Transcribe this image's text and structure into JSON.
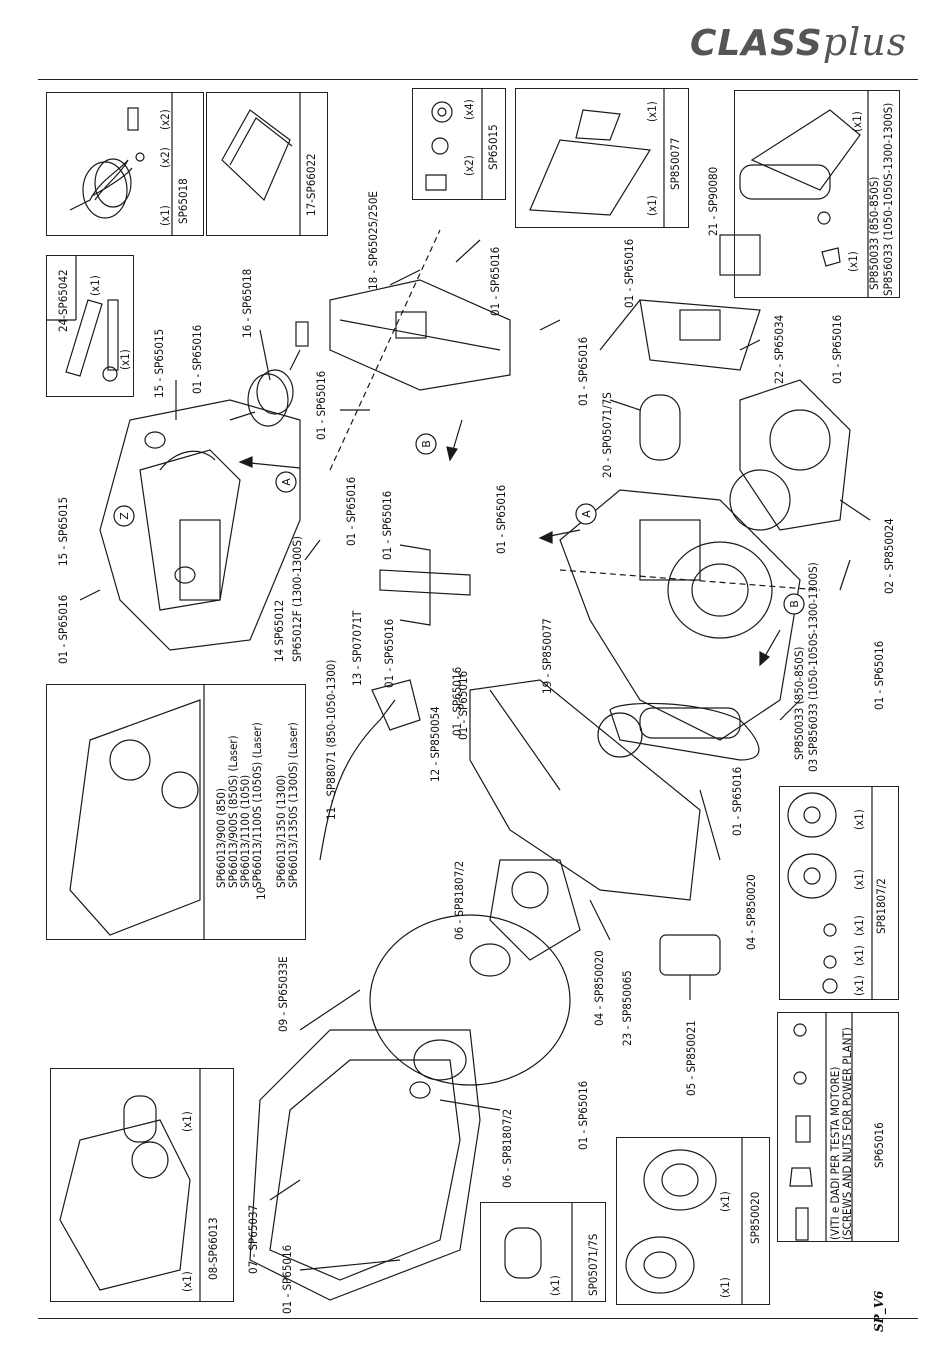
{
  "brand": {
    "logo_main": "CLASS",
    "logo_script": "plus"
  },
  "footer": {
    "code": "SP_V6"
  },
  "callouts": [
    {
      "id": "c01",
      "text": "01 - SP65016"
    },
    {
      "id": "c02",
      "text": "15 - SP65015"
    },
    {
      "id": "c03",
      "text": "15 - SP65015"
    },
    {
      "id": "c04",
      "text": "01 - SP65016"
    },
    {
      "id": "c05",
      "text": "16 - SP65018"
    },
    {
      "id": "c06",
      "text": "01 - SP65016"
    },
    {
      "id": "c07",
      "text": "14 SP65012"
    },
    {
      "id": "c08",
      "text": "SP65012F (1300-1300S)"
    },
    {
      "id": "c09",
      "text": "01 - SP65016"
    },
    {
      "id": "c10",
      "text": "01 - SP65016"
    },
    {
      "id": "c11",
      "text": "18 - SP65025/250E"
    },
    {
      "id": "c12",
      "text": "01 - SP65016"
    },
    {
      "id": "c13",
      "text": "01 - SP65016"
    },
    {
      "id": "c14",
      "text": "01 - SP65016"
    },
    {
      "id": "c15",
      "text": "13 - SP07071T"
    },
    {
      "id": "c16",
      "text": "01 - SP65016"
    },
    {
      "id": "c17",
      "text": "11 - SP88071 (850-1050-1300)"
    },
    {
      "id": "c18",
      "text": "01 - SP65016"
    },
    {
      "id": "c19",
      "text": "01 - SP65016"
    },
    {
      "id": "c20",
      "text": "20 - SP05071/7S"
    },
    {
      "id": "c21",
      "text": "22 - SP65034"
    },
    {
      "id": "c22",
      "text": "21 - SP90080"
    },
    {
      "id": "c23",
      "text": "01 - SP65016"
    },
    {
      "id": "c24",
      "text": "19 - SP850077"
    },
    {
      "id": "c25",
      "text": "12 - SP850054"
    },
    {
      "id": "c26",
      "text": "01 - SP65016"
    },
    {
      "id": "c27",
      "text": "02 - SP850024"
    },
    {
      "id": "c28",
      "text": "01 - SP65016"
    },
    {
      "id": "c29",
      "text": "SP850033 (850-850S)"
    },
    {
      "id": "c30",
      "text": "03 SP856033 (1050-1050S-1300-1300S)"
    },
    {
      "id": "c31",
      "text": "01 - SP65016"
    },
    {
      "id": "c32",
      "text": "04 - SP850020"
    },
    {
      "id": "c33",
      "text": "06 - SP81807/2"
    },
    {
      "id": "c34",
      "text": "04 - SP850020"
    },
    {
      "id": "c35",
      "text": "23 - SP850065"
    },
    {
      "id": "c36",
      "text": "05 - SP850021"
    },
    {
      "id": "c37",
      "text": "09 - SP65033E"
    },
    {
      "id": "c38",
      "text": "01 - SP65016"
    },
    {
      "id": "c39",
      "text": "06 - SP81807/2"
    },
    {
      "id": "c40",
      "text": "07 - SP65037"
    },
    {
      "id": "c41",
      "text": "01 - SP65016"
    },
    {
      "id": "c42",
      "text": "SP850033 (850-850S)"
    },
    {
      "id": "c43",
      "text": "SP856033 (1050-1050S-1300-1300S)"
    }
  ],
  "markers": [
    "A",
    "B",
    "Z",
    "A",
    "B"
  ],
  "boxes": {
    "sp65018": {
      "title": "SP65018",
      "q1": "(x2)",
      "q2": "(x2)",
      "q3": "(x1)"
    },
    "sp66022": {
      "title": "17-SP66022"
    },
    "sp65015": {
      "title": "SP65015",
      "q1": "(x4)",
      "q2": "(x2)"
    },
    "sp850077": {
      "title": "SP850077",
      "q1": "(x1)",
      "q2": "(x1)"
    },
    "sp65042": {
      "title": "24-SP65042",
      "q1": "(x1)",
      "q2": "(x1)"
    },
    "sp850033": {
      "title": "SP850033 (850-850S)",
      "title2": "SP856033 (1050-1050S-1300-1300S)",
      "q1": "(x1)",
      "q2": "(x1)"
    },
    "models": {
      "lines": [
        "SP66013/900 (850)",
        "SP66013/900S (850S) (Laser)",
        "SP66013/1100 (1050)",
        "SP66013/1100S (1050S) (Laser)",
        "SP66013/1350 (1300)",
        "SP66013/1350S (1300S) (Laser)"
      ],
      "prefix": "10"
    },
    "sp81807": {
      "title": "SP81807/2",
      "q": [
        "(x1)",
        "(x1)",
        "(x1)",
        "(x1)",
        "(x1)"
      ]
    },
    "sp65016": {
      "title": "SP65016",
      "line1": "(VITI e DADI PER TESTA MOTORE)",
      "line2": "(SCREWS AND NUTS FOR POWER PLANT)"
    },
    "sp66013": {
      "title": "08-SP66013",
      "q1": "(x1)",
      "q2": "(x1)"
    },
    "sp05071": {
      "title": "SP05071/7S",
      "q1": "(x1)"
    },
    "sp850020": {
      "title": "SP850020",
      "q1": "(x1)",
      "q2": "(x1)"
    }
  }
}
